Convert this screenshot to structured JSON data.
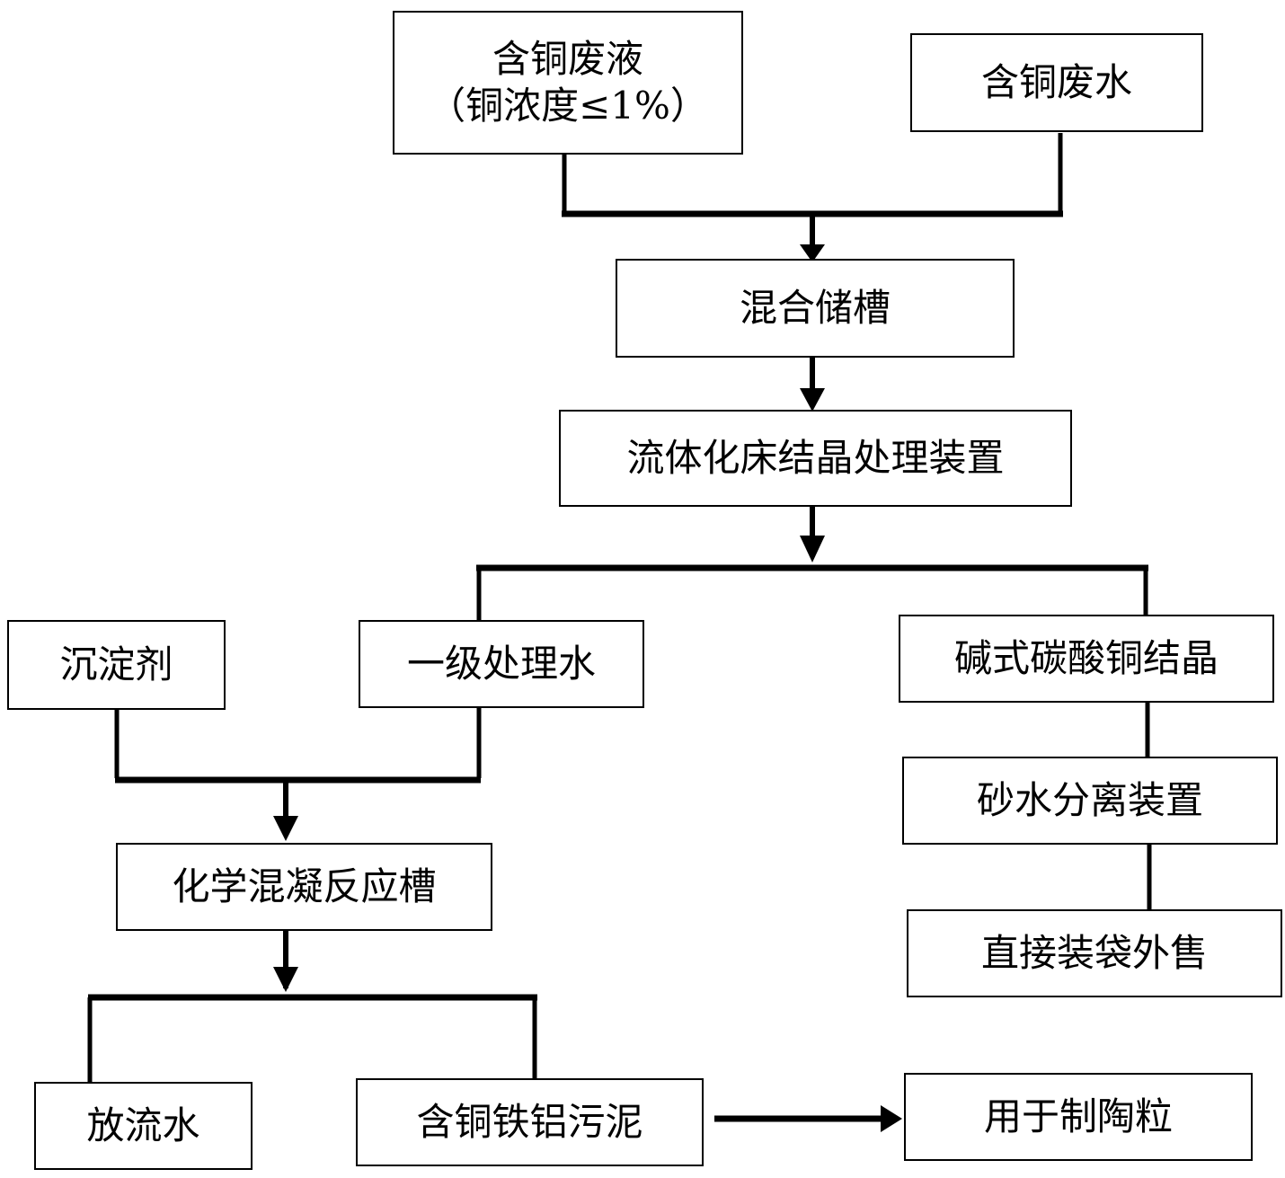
{
  "nodes": {
    "copper_waste_liquid": {
      "line1": "含铜废液",
      "line2": "（铜浓度≤1%）"
    },
    "copper_waste_water": "含铜废水",
    "mixing_tank": "混合储槽",
    "fluidized_bed": "流体化床结晶处理装置",
    "precipitant": "沉淀剂",
    "primary_water": "一级处理水",
    "basic_copper_carbonate": "碱式碳酸铜结晶",
    "sand_water_separator": "砂水分离装置",
    "direct_sale": "直接装袋外售",
    "coagulation_tank": "化学混凝反应槽",
    "discharge_water": "放流水",
    "copper_sludge": "含铜铁铝污泥",
    "ceramsite": "用于制陶粒"
  },
  "colors": {
    "line": "#000000",
    "box_border": "#000000",
    "background": "#ffffff"
  }
}
